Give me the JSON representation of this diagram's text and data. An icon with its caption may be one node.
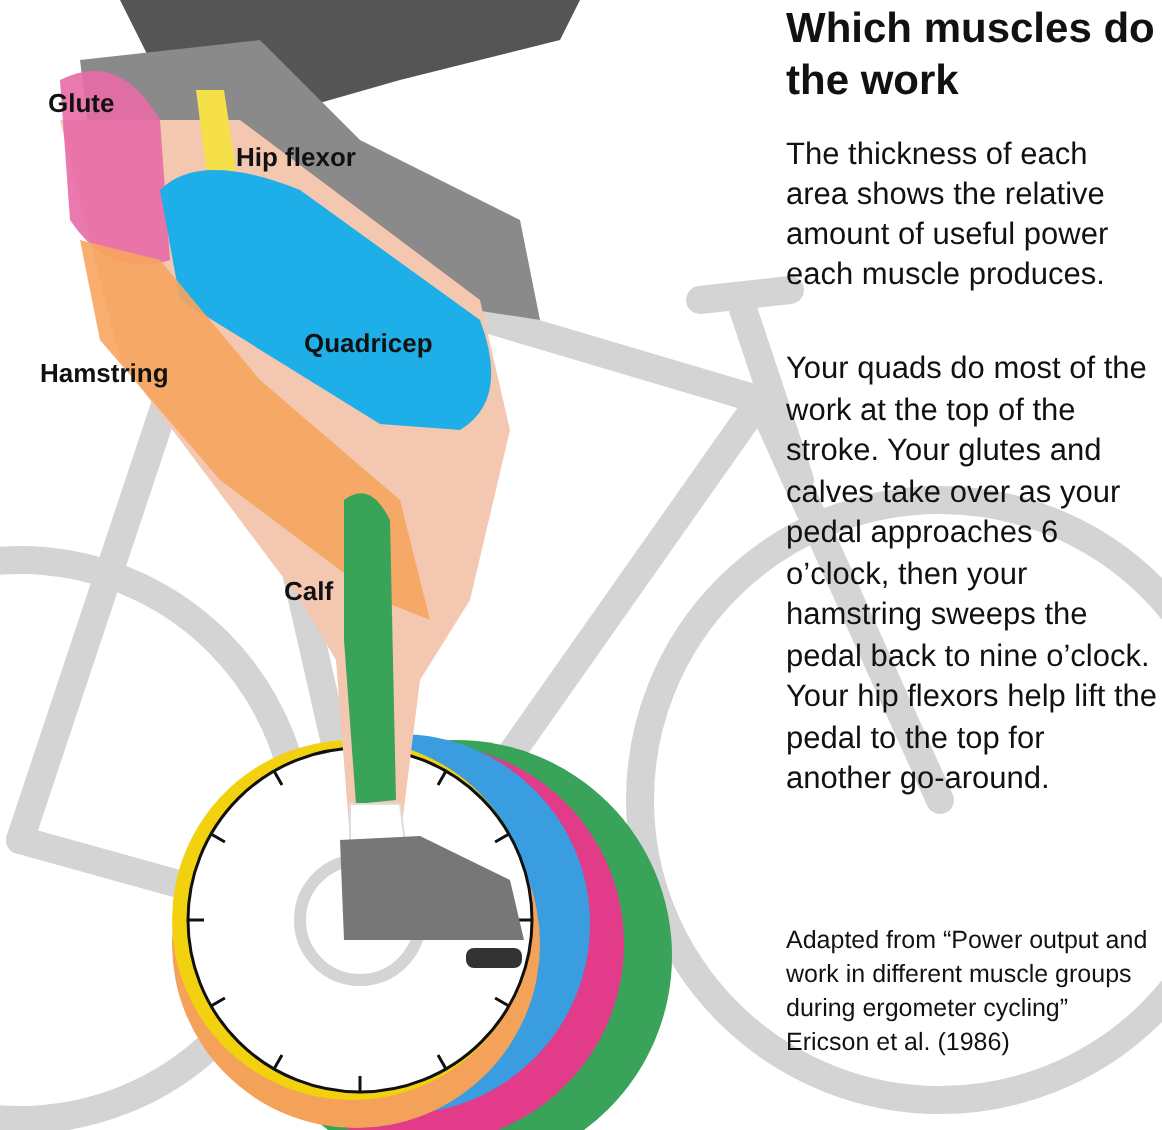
{
  "diagram": {
    "title": "Which muscles do the work",
    "labels": [
      "Glute",
      "Hip flexor",
      "Hamstring",
      "Quadricep",
      "Calf",
      "The thickness of each area shows the relative amount of useful power each muscle produces.",
      "Your quads do most of the work at the top of the stroke. Your glutes and calves take over as your pedal approaches 6 o’clock, then your hamstring sweeps the pedal back to nine o’clock. Your hip flexors help lift the pedal to the top for another go-around.",
      "Adapted from “Power output and work in different muscle groups during ergometer cycling” Ericson et al. (1986)"
    ]
  }
}
